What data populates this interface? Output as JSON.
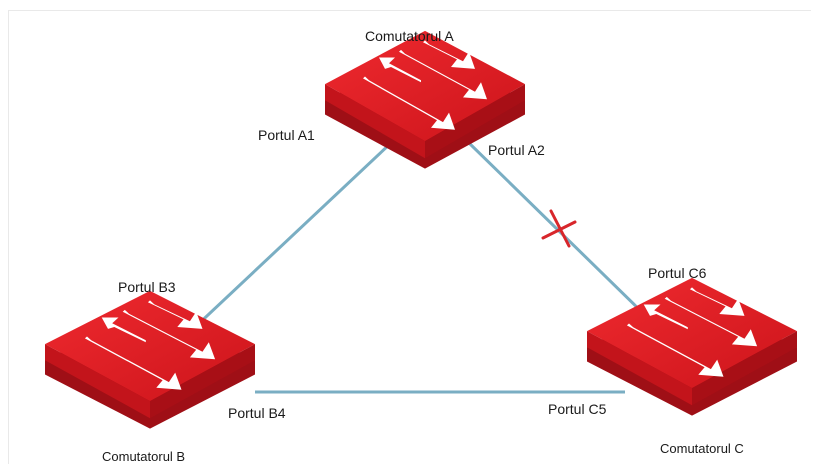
{
  "switches": {
    "a": {
      "name": "Comutatorul A"
    },
    "b": {
      "name": "Comutatorul B"
    },
    "c": {
      "name": "Comutatorul C"
    }
  },
  "ports": {
    "a1": "Portul A1",
    "a2": "Portul A2",
    "b3": "Portul B3",
    "b4": "Portul B4",
    "c5": "Portul C5",
    "c6": "Portul C6"
  },
  "colors": {
    "link": "#7aaec3",
    "switch_top": "#e0191f",
    "switch_side": "#b0121a",
    "blocked_marker": "#d8262b"
  },
  "links": [
    {
      "from": "Portul A1",
      "to": "Portul B3",
      "blocked": false
    },
    {
      "from": "Portul A2",
      "to": "Portul C6",
      "blocked": true
    },
    {
      "from": "Portul B4",
      "to": "Portul C5",
      "blocked": false
    }
  ]
}
